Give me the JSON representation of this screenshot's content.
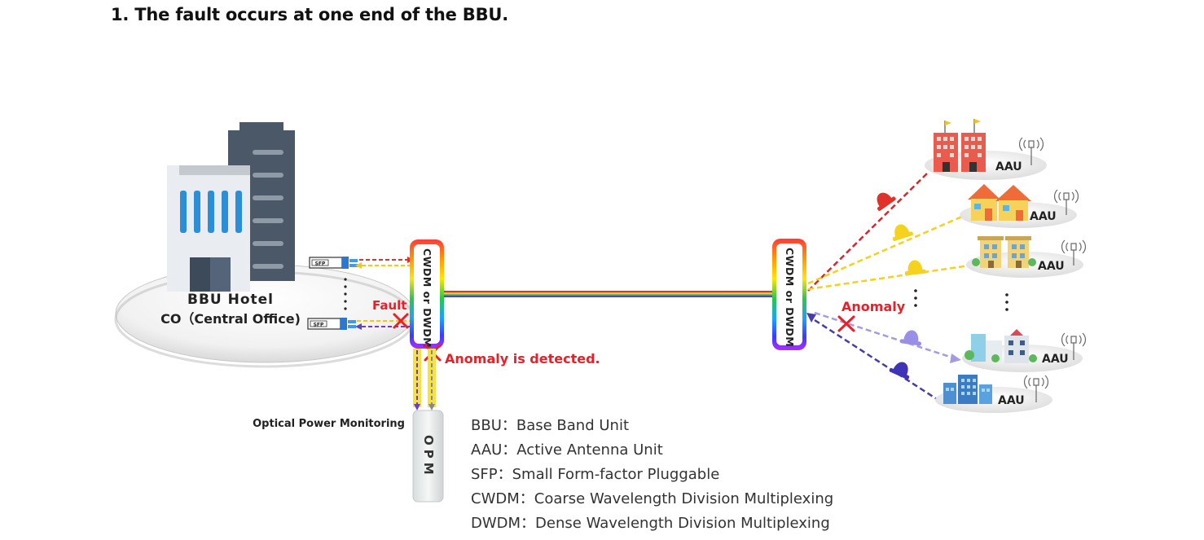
{
  "heading": "1. The fault occurs at one end of the BBU.",
  "central_office": {
    "line1": "BBU Hotel",
    "line2": "CO（Central Office)",
    "sfp_label": "SFP"
  },
  "mux_left_label": "CWDM or DWDM",
  "mux_right_label": "CWDM or DWDM",
  "fault_label": "Fault",
  "anomaly_detected_label": "Anomaly is detected.",
  "anomaly_label": "Anomaly",
  "opm": {
    "caption": "Optical Power Monitoring",
    "label": "OPM"
  },
  "sites": [
    {
      "label": "AAU",
      "type": "factory"
    },
    {
      "label": "AAU",
      "type": "houses"
    },
    {
      "label": "AAU",
      "type": "townhouses"
    },
    {
      "label": "AAU",
      "type": "campus"
    },
    {
      "label": "AAU",
      "type": "office"
    }
  ],
  "legend": [
    "BBU：Base Band Unit",
    "AAU：Active Antenna Unit",
    "SFP：Small Form-factor Pluggable",
    "CWDM：Coarse Wavelength Division Multiplexing",
    "DWDM：Dense Wavelength Division Multiplexing"
  ],
  "colors": {
    "fault": "#e8202a",
    "link_red": "#d9262b",
    "link_yellow": "#f3d21c",
    "link_purple": "#6c5fc4",
    "building_dark": "#4c5a6b",
    "building_light": "#e8ecf0",
    "opm_body": "#eceeee"
  }
}
